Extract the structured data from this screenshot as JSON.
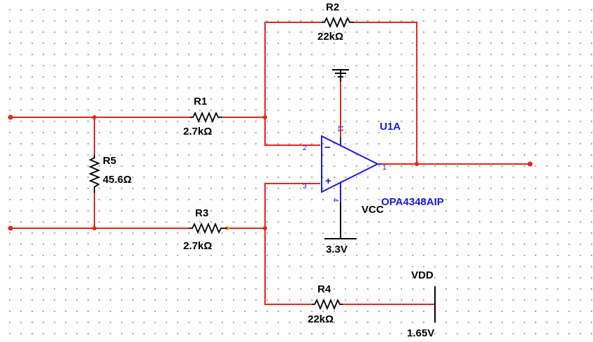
{
  "components": {
    "r1": {
      "ref": "R1",
      "value": "2.7kΩ"
    },
    "r2": {
      "ref": "R2",
      "value": "22kΩ"
    },
    "r3": {
      "ref": "R3",
      "value": "2.7kΩ"
    },
    "r4": {
      "ref": "R4",
      "value": "22kΩ"
    },
    "r5": {
      "ref": "R5",
      "value": "45.6Ω"
    },
    "opamp": {
      "ref": "U1A",
      "part": "OPA4348AIP",
      "pin_inv": "2",
      "pin_noninv": "3",
      "pin_out": "1",
      "pin_top": "11",
      "pin_bottom": "4",
      "sign_minus": "−",
      "sign_plus": "+"
    },
    "vcc": {
      "name": "VCC",
      "value": "3.3V"
    },
    "vdd": {
      "name": "VDD",
      "value": "1.65V"
    }
  },
  "colors": {
    "wire": "#e8231f",
    "symbol": "#000000",
    "opamp": "#1a1ad6",
    "probe": "#f5a623"
  }
}
